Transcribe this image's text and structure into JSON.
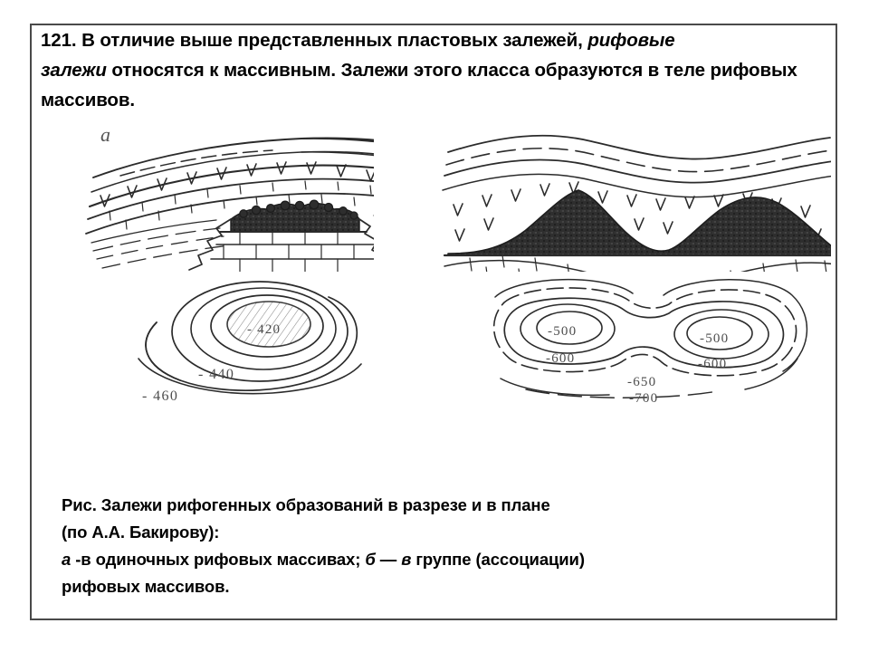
{
  "slide": {
    "number": "121.",
    "border_color": "#4a4a4a",
    "background_color": "#ffffff",
    "ink_color": "#2b2b2b"
  },
  "header": {
    "number": "121.",
    "part1": " В отличие выше представленных пластовых залежей, ",
    "italic1": "рифовые",
    "part2": "",
    "italic2": "залежи",
    "part3": " относятся к массивным. Залежи этого класса образуются в теле рифовых массивов."
  },
  "figure": {
    "panel_a_label": "а",
    "panel_b_label": "",
    "left_section": {
      "name": "single-reef-massif-cross-section",
      "reef_body_color": "#2b2b2b"
    },
    "right_section": {
      "name": "reef-group-cross-section",
      "reef_body_color": "#2b2b2b"
    },
    "left_plan": {
      "name": "single-reef-plan-contours",
      "contour_labels": [
        "- 420",
        "- 440",
        "- 460"
      ]
    },
    "right_plan": {
      "name": "reef-group-plan-contours",
      "contour_labels": [
        "-500",
        "-500",
        "-600",
        "-600",
        "-650",
        "-700"
      ]
    }
  },
  "caption": {
    "line1": "Рис. Залежи рифогенных образований в разрезе и в плане",
    "line2": "(по А.А. Бакирову):",
    "line3_pre": " ",
    "line3_ital_a": "а",
    "line3_mid": " -в одиночных рифовых массивах; ",
    "line3_ital_b": "б",
    "line3_dash": " — ",
    "line3_ital_v": "в",
    "line3_post": " группе (ассоциации)",
    "line4": "рифовых массивов."
  }
}
